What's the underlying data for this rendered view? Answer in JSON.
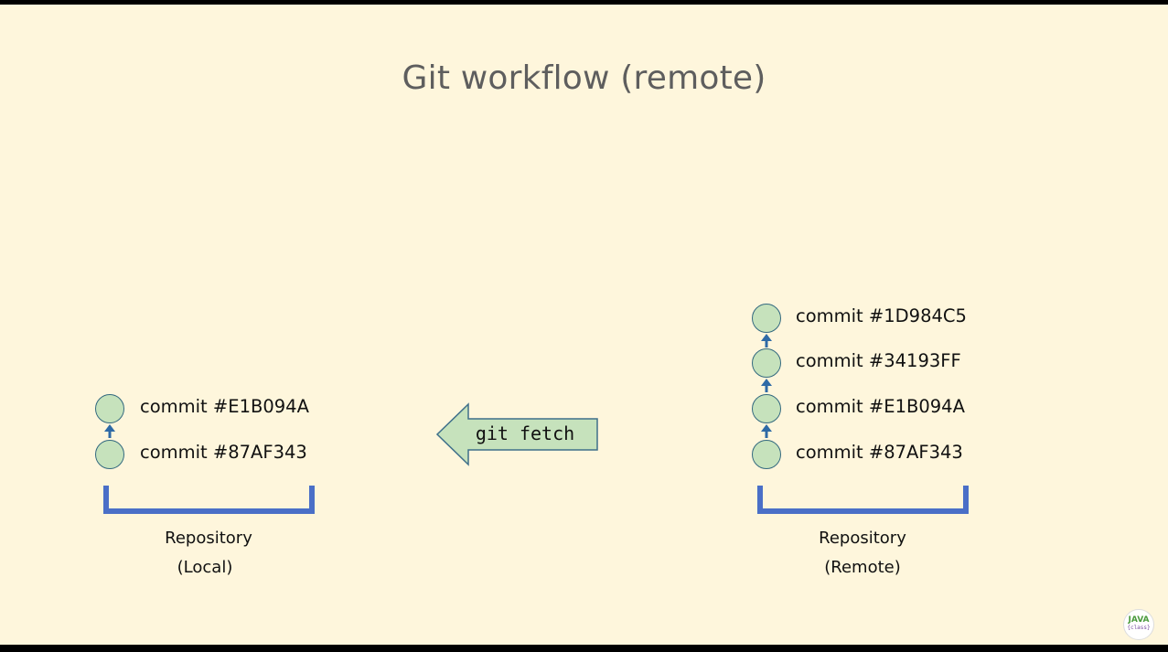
{
  "slide": {
    "title": "Git workflow (remote)"
  },
  "local_repo": {
    "commits": [
      "commit #E1B094A",
      "commit #87AF343"
    ],
    "label_line1": "Repository",
    "label_line2": "(Local)"
  },
  "remote_repo": {
    "commits": [
      "commit #1D984C5",
      "commit #34193FF",
      "commit #E1B094A",
      "commit #87AF343"
    ],
    "label_line1": "Repository",
    "label_line2": "(Remote)"
  },
  "fetch_arrow": {
    "label": "git fetch",
    "direction": "left"
  },
  "logo": {
    "top_text": "JAVA",
    "bottom_text": "{class}"
  },
  "colors": {
    "background": "#fef6dc",
    "node_fill": "#c6e2bc",
    "node_stroke": "#33697f",
    "link_arrow": "#2e6aa6",
    "bracket": "#4a6fc7",
    "fetch_arrow_fill": "#c6e2bc",
    "fetch_arrow_stroke": "#3f6f8a"
  }
}
